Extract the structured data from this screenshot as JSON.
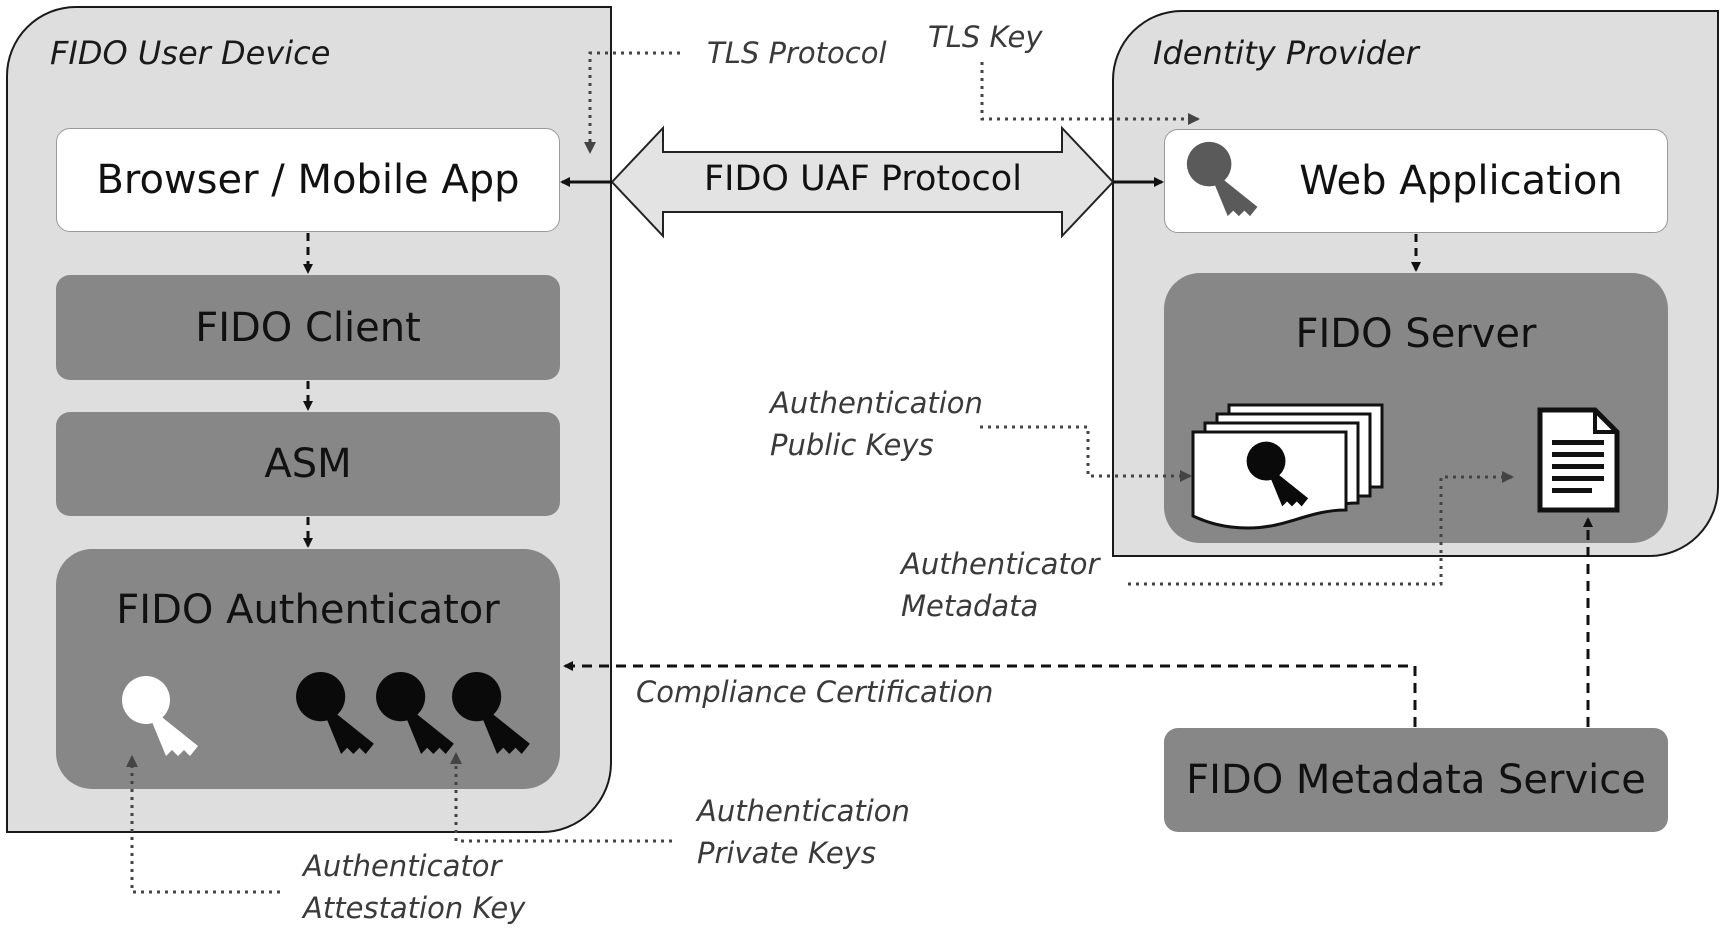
{
  "device": {
    "title": "FIDO User Device"
  },
  "idp": {
    "title": "Identity Provider"
  },
  "boxes": {
    "browser": "Browser / Mobile App",
    "fido_client": "FIDO Client",
    "asm": "ASM",
    "authenticator": "FIDO Authenticator",
    "web_app": "Web Application",
    "fido_server": "FIDO Server",
    "metadata_service": "FIDO Metadata Service"
  },
  "protocol": {
    "label": "FIDO UAF Protocol"
  },
  "labels": {
    "tls_protocol": "TLS Protocol",
    "tls_key": "TLS Key",
    "auth_public_keys": [
      "Authentication",
      "Public Keys"
    ],
    "authenticator_metadata": [
      "Authenticator",
      "Metadata"
    ],
    "compliance": "Compliance Certification",
    "auth_private_keys": [
      "Authentication",
      "Private Keys"
    ],
    "attestation_key": [
      "Authenticator",
      "Attestation Key"
    ]
  },
  "colors": {
    "region_fill": "#dedede",
    "box_gray": "#878787",
    "box_white": "#ffffff",
    "key_dark": "#0a0a0a",
    "key_light": "#ffffff",
    "key_gray": "#5a5a5a"
  },
  "icons": [
    "key-icon",
    "document-stack-icon",
    "document-icon"
  ]
}
